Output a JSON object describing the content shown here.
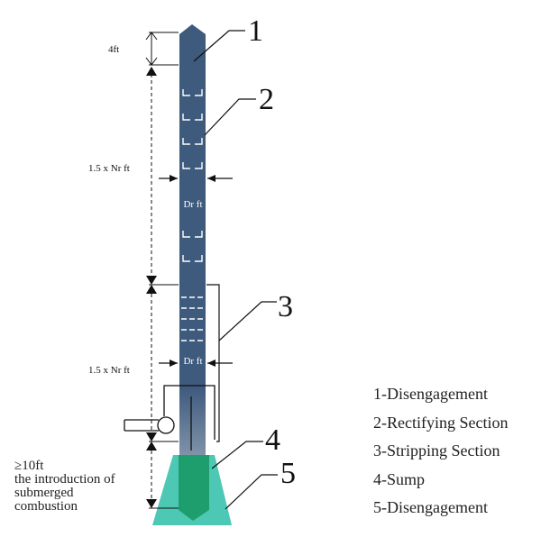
{
  "callouts": [
    "1",
    "2",
    "3",
    "4",
    "5"
  ],
  "dimensions": {
    "top": "4ft",
    "rectifying_height": "1.5 x Nr ft",
    "stripping_height": "1.5 x Nr ft",
    "diameter_upper": "Dr ft",
    "diameter_lower": "Dr ft"
  },
  "sump_note": {
    "line1": "≥10ft",
    "line2": "the introduction of",
    "line3": "submerged",
    "line4": "combustion"
  },
  "legend": [
    "1-Disengagement",
    "2-Rectifying Section",
    "3-Stripping Section",
    "4-Sump",
    "5-Disengagement"
  ],
  "colors": {
    "column": "#3e5a7d",
    "sump": "#1f9e6d",
    "base": "#4cc8b4",
    "line": "#111111"
  }
}
